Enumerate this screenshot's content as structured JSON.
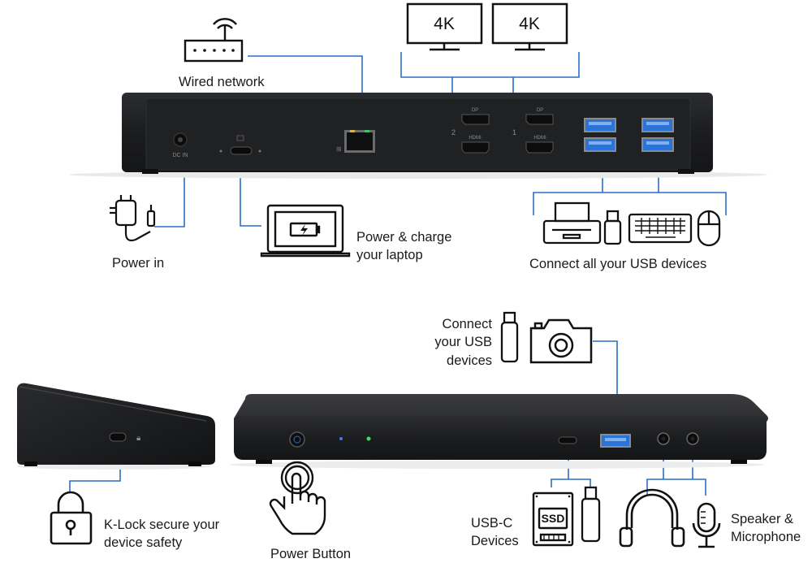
{
  "labels": {
    "wired_network": "Wired network",
    "power_in": "Power in",
    "power_charge_line1": "Power & charge",
    "power_charge_line2": "your laptop",
    "connect_usb_all": "Connect all your USB devices",
    "connect_usb_line1": "Connect",
    "connect_usb_line2": "your USB",
    "connect_usb_line3": "devices",
    "klock_line1": "K-Lock secure your",
    "klock_line2": "device safety",
    "power_button": "Power Button",
    "usbc_line1": "USB-C",
    "usbc_line2": "Devices",
    "speaker_line1": "Speaker &",
    "speaker_line2": "Microphone"
  },
  "monitors": [
    "4K",
    "4K"
  ],
  "port_labels": {
    "dc_in": "DC IN",
    "dp": "DP",
    "hdmi": "HDMI",
    "display_2": "2",
    "display_1": "1",
    "ssd": "SSD"
  },
  "colors": {
    "connector_line": "#2a6fc4",
    "dock_body": "#1c1d1f",
    "usb_blue": "#2b73d6",
    "icon_stroke": "#111111",
    "led_blue": "#3d7bff",
    "led_green": "#3ddc62"
  },
  "icons": [
    "router-icon",
    "monitor-icon",
    "power-adapter-icon",
    "laptop-charging-icon",
    "printer-icon",
    "usb-stick-icon",
    "keyboard-icon",
    "mouse-icon",
    "camera-icon",
    "padlock-icon",
    "hand-press-icon",
    "ssd-icon",
    "headphones-icon",
    "microphone-icon"
  ]
}
